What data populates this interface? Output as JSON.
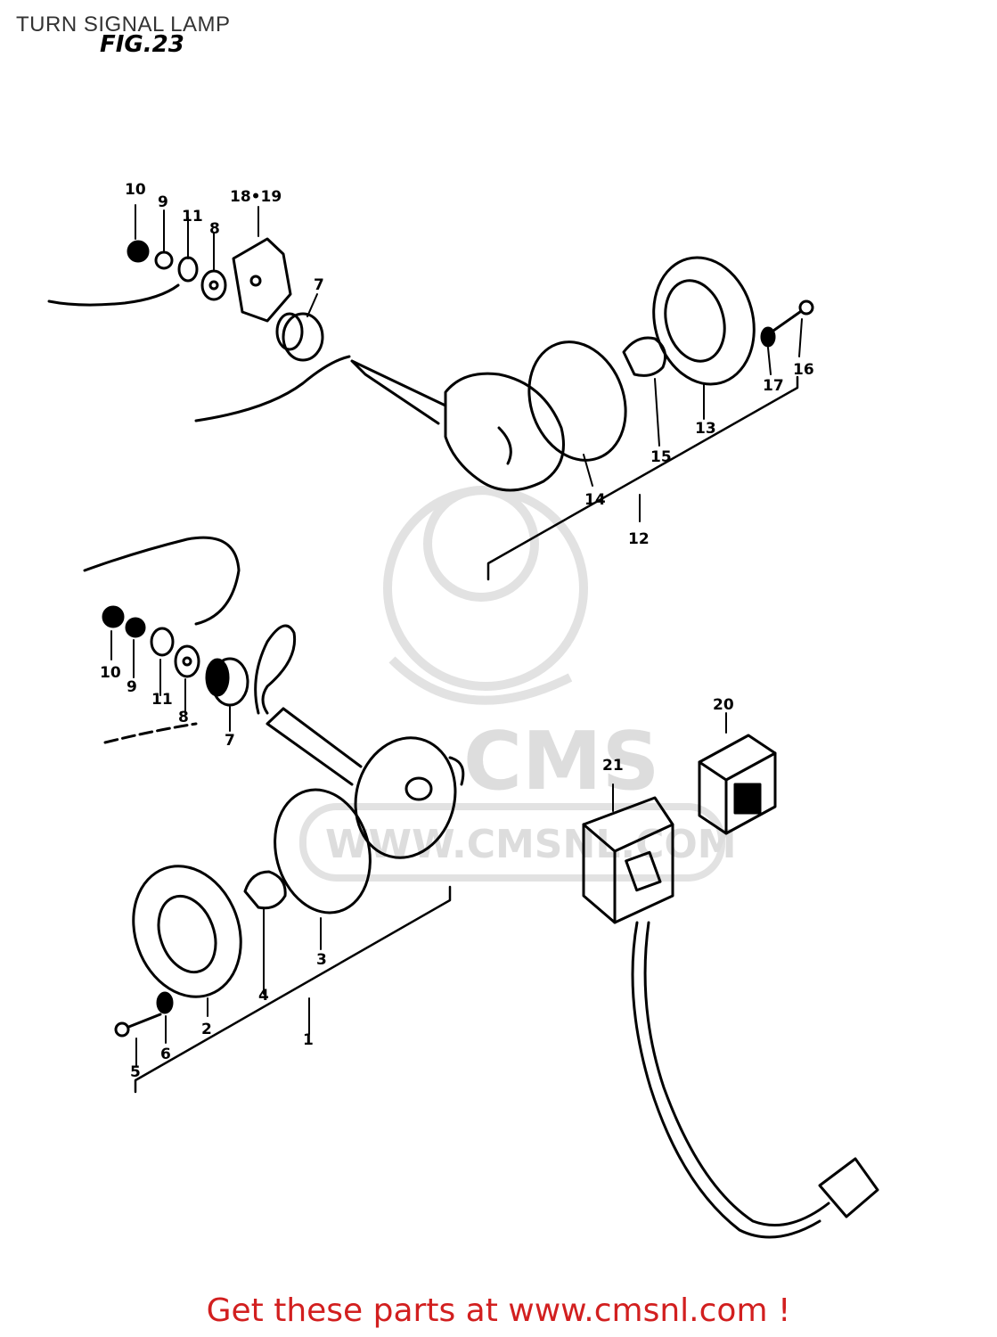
{
  "page_title": "TURN SIGNAL LAMP",
  "figure_label": "FIG.23",
  "footer_text": "Get these parts at www.cmsnl.com !",
  "watermark": {
    "brand": "CMS",
    "url": "WWW.CMSNL.COM"
  },
  "part_numbers": {
    "p1": "1",
    "p2": "2",
    "p3": "3",
    "p4": "4",
    "p5": "5",
    "p6": "6",
    "p7a": "7",
    "p7b": "7",
    "p8a": "8",
    "p8b": "8",
    "p9a": "9",
    "p9b": "9",
    "p10a": "10",
    "p10b": "10",
    "p11a": "11",
    "p11b": "11",
    "p12": "12",
    "p13": "13",
    "p14": "14",
    "p15": "15",
    "p16": "16",
    "p17": "17",
    "p1819": "18•19",
    "p20": "20",
    "p21": "21"
  },
  "colors": {
    "footer": "#d21f1f",
    "line": "#000000",
    "watermark": "#dddddd"
  }
}
